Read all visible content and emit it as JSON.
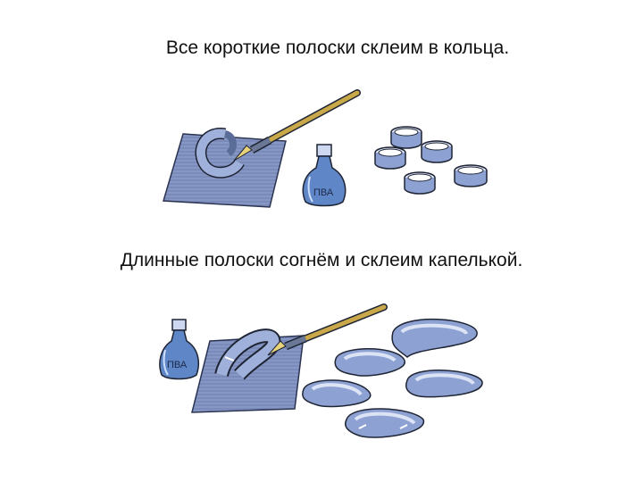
{
  "slide": {
    "caption_top": "Все короткие полоски склеим в кольца.",
    "caption_bottom": "Длинные полоски согнём и склеим капелькой."
  },
  "illustrations": {
    "bottle_label_top": "ПВА",
    "bottle_label_bottom": "ПВА"
  },
  "colors": {
    "paper": "#7f92c0",
    "strip": "#8da2d2",
    "strip_dark": "#3d4e7a",
    "brush_handle": "#c9a84a",
    "outline": "#1e2434"
  }
}
